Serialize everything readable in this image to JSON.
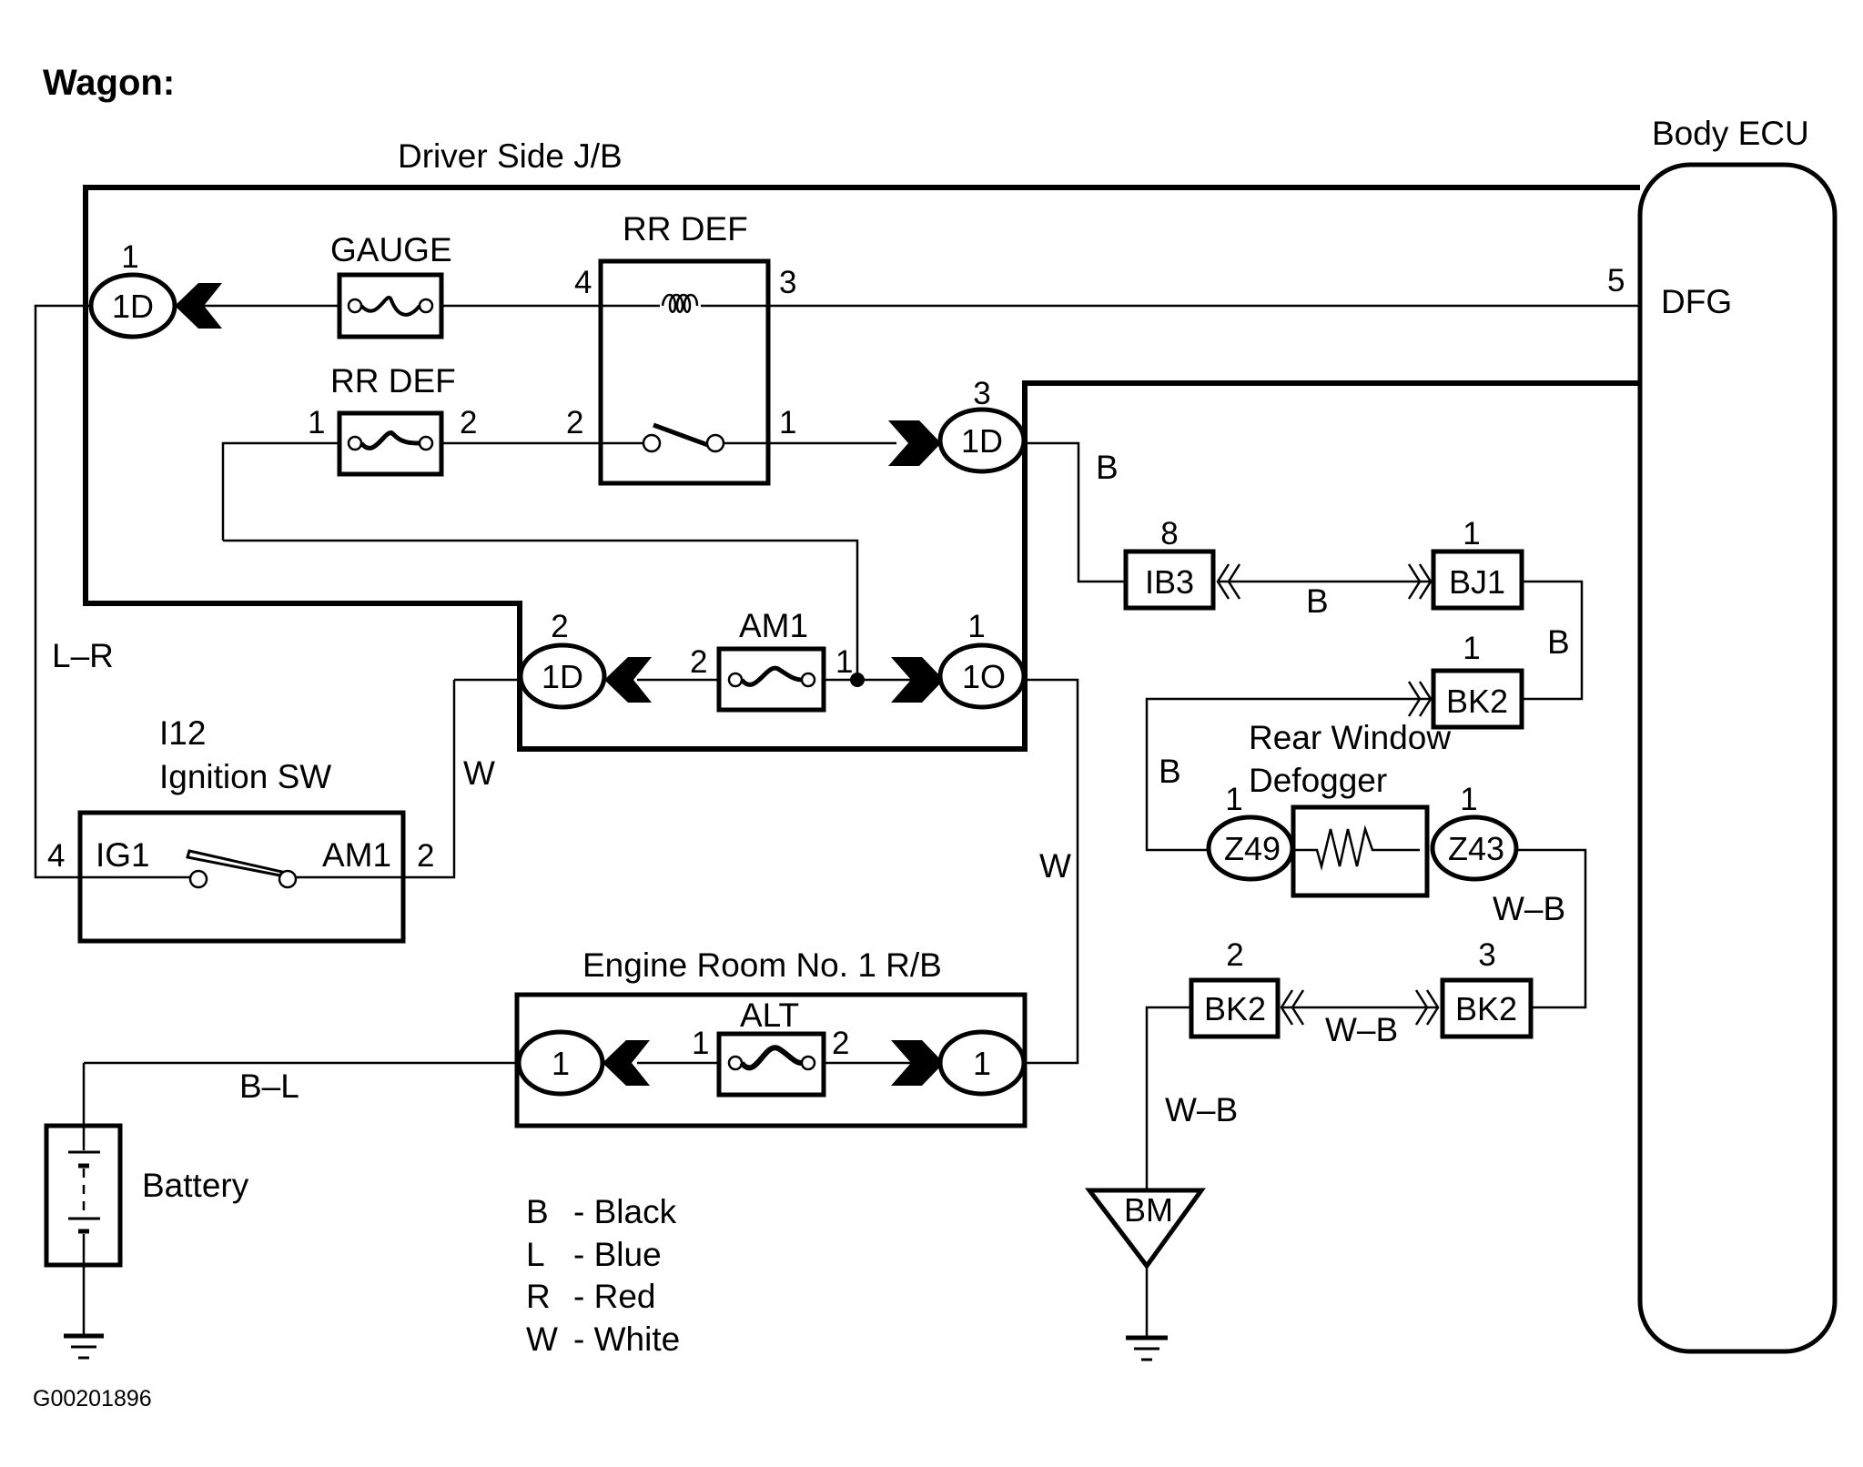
{
  "title": "Wagon:",
  "figure_id": "G00201896",
  "components": {
    "driver_jb": "Driver Side J/B",
    "body_ecu": "Body ECU",
    "ecu_terminal": "DFG",
    "ecu_pin": "5",
    "gauge_fuse": "GAUGE",
    "rr_def_relay": "RR DEF",
    "rr_def_fuse": "RR DEF",
    "am1_fuse": "AM1",
    "alt_fuse": "ALT",
    "ignition_code": "I12",
    "ignition_name": "Ignition SW",
    "ign_terminal_left": "IG1",
    "ign_terminal_right": "AM1",
    "engine_rb": "Engine Room No. 1 R/B",
    "battery": "Battery",
    "defogger_line1": "Rear Window",
    "defogger_line2": "Defogger",
    "ground_point": "BM"
  },
  "connectors": {
    "jb_1d_a": {
      "code": "1D",
      "pin": "1"
    },
    "jb_1d_b": {
      "code": "1D",
      "pin": "3"
    },
    "jb_1d_c": {
      "code": "1D",
      "pin": "2"
    },
    "jb_1o": {
      "code": "1O",
      "pin": "1"
    },
    "er_left": {
      "code": "1"
    },
    "er_right": {
      "code": "1"
    },
    "ib3": {
      "code": "IB3",
      "pin": "8"
    },
    "bj1": {
      "code": "BJ1",
      "pin": "1"
    },
    "bk2_a": {
      "code": "BK2",
      "pin": "1"
    },
    "bk2_b": {
      "code": "BK2",
      "pin": "2"
    },
    "bk2_c": {
      "code": "BK2",
      "pin": "3"
    },
    "z49": {
      "code": "Z49",
      "pin": "1"
    },
    "z43": {
      "code": "Z43",
      "pin": "1"
    }
  },
  "pins": {
    "relay_4": "4",
    "relay_3": "3",
    "relay_2": "2",
    "relay_1": "1",
    "rrfuse_1": "1",
    "rrfuse_2": "2",
    "am1_2": "2",
    "am1_1": "1",
    "alt_1": "1",
    "alt_2": "2",
    "ign_4": "4",
    "ign_2": "2"
  },
  "wire_colors": {
    "lr": "L–R",
    "w1": "W",
    "w2": "W",
    "b1": "B",
    "b2": "B",
    "b3": "B",
    "b4": "B",
    "wb1": "W–B",
    "wb2": "W–B",
    "wb3": "W–B",
    "bl": "B–L"
  },
  "legend": [
    {
      "code": "B",
      "name": "- Black"
    },
    {
      "code": "L",
      "name": "- Blue"
    },
    {
      "code": "R",
      "name": "- Red"
    },
    {
      "code": "W",
      "name": "- White"
    }
  ]
}
